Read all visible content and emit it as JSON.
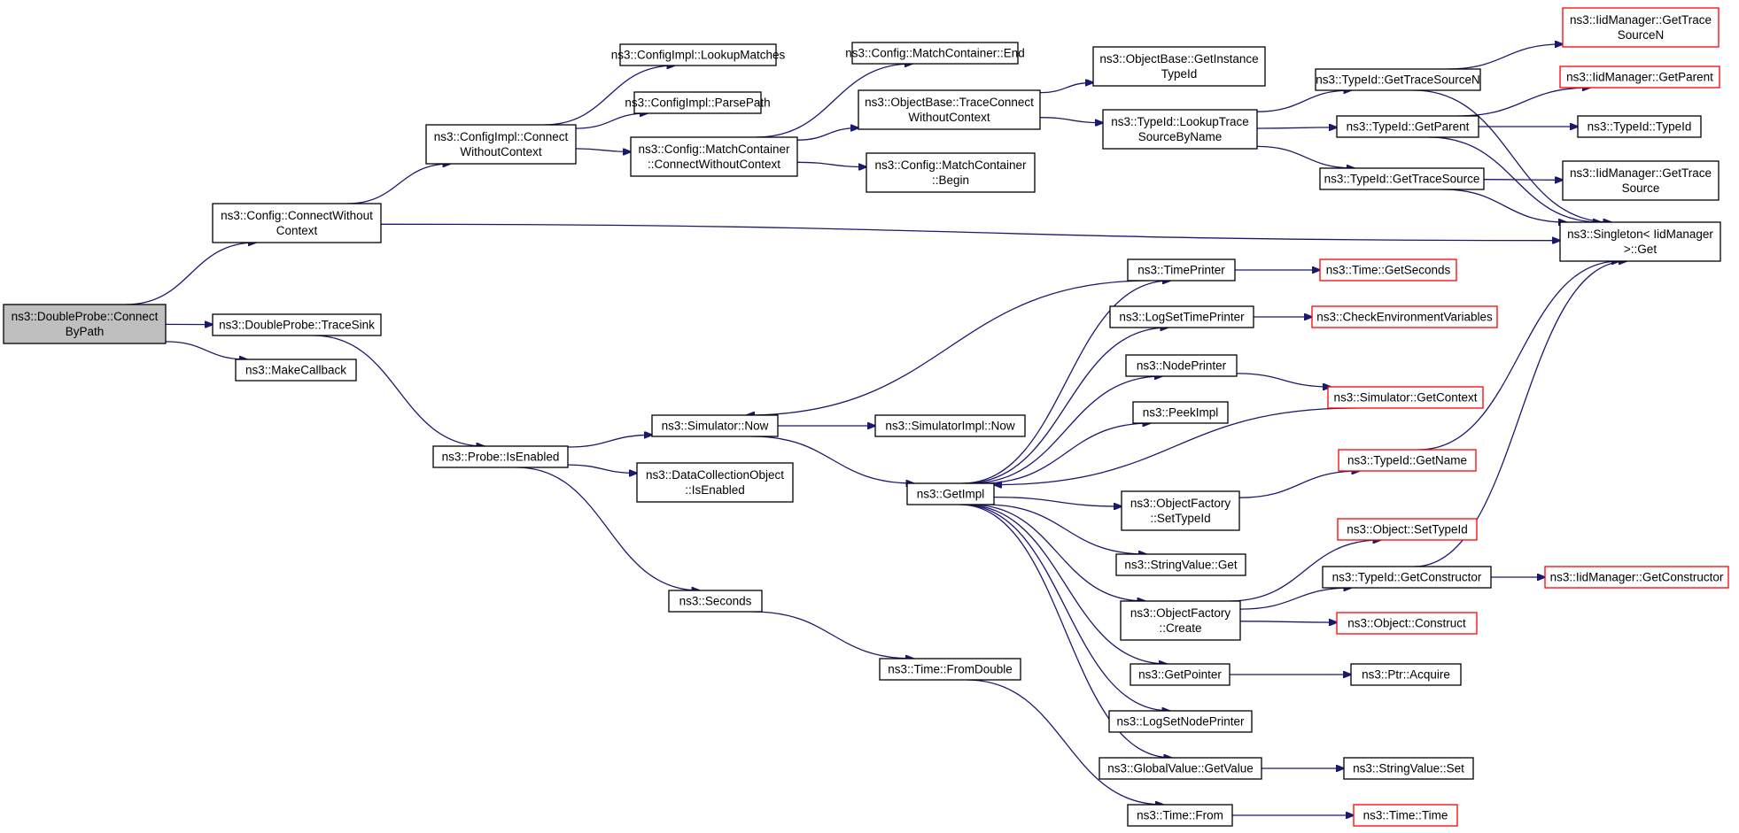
{
  "colors": {
    "edge": "#191970",
    "node_border": "#000000",
    "node_border_external": "#ff0000",
    "root_fill": "#bfbfbf",
    "node_fill": "#ffffff"
  },
  "nodes": [
    {
      "id": "root",
      "lines": [
        "ns3::DoubleProbe::Connect",
        "ByPath"
      ],
      "kind": "root"
    },
    {
      "id": "cfgConnectWithout",
      "lines": [
        "ns3::Config::ConnectWithout",
        "Context"
      ],
      "kind": "normal"
    },
    {
      "id": "dpTraceSink",
      "lines": [
        "ns3::DoubleProbe::TraceSink"
      ],
      "kind": "normal"
    },
    {
      "id": "makeCallback",
      "lines": [
        "ns3::MakeCallback"
      ],
      "kind": "normal"
    },
    {
      "id": "cfgImplConnect",
      "lines": [
        "ns3::ConfigImpl::Connect",
        "WithoutContext"
      ],
      "kind": "normal"
    },
    {
      "id": "cfgImplLookup",
      "lines": [
        "ns3::ConfigImpl::LookupMatches"
      ],
      "kind": "normal"
    },
    {
      "id": "cfgImplParse",
      "lines": [
        "ns3::ConfigImpl::ParsePath"
      ],
      "kind": "normal"
    },
    {
      "id": "mcConnect",
      "lines": [
        "ns3::Config::MatchContainer",
        "::ConnectWithoutContext"
      ],
      "kind": "normal"
    },
    {
      "id": "mcEnd",
      "lines": [
        "ns3::Config::MatchContainer::End"
      ],
      "kind": "normal"
    },
    {
      "id": "obTraceConnect",
      "lines": [
        "ns3::ObjectBase::TraceConnect",
        "WithoutContext"
      ],
      "kind": "normal"
    },
    {
      "id": "mcBegin",
      "lines": [
        "ns3::Config::MatchContainer",
        "::Begin"
      ],
      "kind": "normal"
    },
    {
      "id": "obGetInstance",
      "lines": [
        "ns3::ObjectBase::GetInstance",
        "TypeId"
      ],
      "kind": "normal"
    },
    {
      "id": "tidLookupTrace",
      "lines": [
        "ns3::TypeId::LookupTrace",
        "SourceByName"
      ],
      "kind": "normal"
    },
    {
      "id": "tidGetTraceSourceN",
      "lines": [
        "ns3::TypeId::GetTraceSourceN"
      ],
      "kind": "normal"
    },
    {
      "id": "tidGetParent",
      "lines": [
        "ns3::TypeId::GetParent"
      ],
      "kind": "normal"
    },
    {
      "id": "tidGetTraceSource",
      "lines": [
        "ns3::TypeId::GetTraceSource"
      ],
      "kind": "normal"
    },
    {
      "id": "iidGetTraceSourceN",
      "lines": [
        "ns3::IidManager::GetTrace",
        "SourceN"
      ],
      "kind": "external"
    },
    {
      "id": "iidGetParent",
      "lines": [
        "ns3::IidManager::GetParent"
      ],
      "kind": "external"
    },
    {
      "id": "tidTypeId",
      "lines": [
        "ns3::TypeId::TypeId"
      ],
      "kind": "normal"
    },
    {
      "id": "iidGetTraceSource",
      "lines": [
        "ns3::IidManager::GetTrace",
        "Source"
      ],
      "kind": "normal"
    },
    {
      "id": "singletonGet",
      "lines": [
        "ns3::Singleton< IidManager",
        " >::Get"
      ],
      "kind": "normal"
    },
    {
      "id": "probeIsEnabled",
      "lines": [
        "ns3::Probe::IsEnabled"
      ],
      "kind": "normal"
    },
    {
      "id": "simNow",
      "lines": [
        "ns3::Simulator::Now"
      ],
      "kind": "normal"
    },
    {
      "id": "dcoIsEnabled",
      "lines": [
        "ns3::DataCollectionObject",
        "::IsEnabled"
      ],
      "kind": "normal"
    },
    {
      "id": "seconds",
      "lines": [
        "ns3::Seconds"
      ],
      "kind": "normal"
    },
    {
      "id": "simImplNow",
      "lines": [
        "ns3::SimulatorImpl::Now"
      ],
      "kind": "normal"
    },
    {
      "id": "getImpl",
      "lines": [
        "ns3::GetImpl"
      ],
      "kind": "normal"
    },
    {
      "id": "timeFromDouble",
      "lines": [
        "ns3::Time::FromDouble"
      ],
      "kind": "normal"
    },
    {
      "id": "timePrinter",
      "lines": [
        "ns3::TimePrinter"
      ],
      "kind": "normal"
    },
    {
      "id": "logSetTimePrinter",
      "lines": [
        "ns3::LogSetTimePrinter"
      ],
      "kind": "normal"
    },
    {
      "id": "nodePrinter",
      "lines": [
        "ns3::NodePrinter"
      ],
      "kind": "normal"
    },
    {
      "id": "peekImpl",
      "lines": [
        "ns3::PeekImpl"
      ],
      "kind": "normal"
    },
    {
      "id": "ofSetTypeId",
      "lines": [
        "ns3::ObjectFactory",
        "::SetTypeId"
      ],
      "kind": "normal"
    },
    {
      "id": "stringValueGet",
      "lines": [
        "ns3::StringValue::Get"
      ],
      "kind": "normal"
    },
    {
      "id": "ofCreate",
      "lines": [
        "ns3::ObjectFactory",
        "::Create"
      ],
      "kind": "normal"
    },
    {
      "id": "getPointer",
      "lines": [
        "ns3::GetPointer"
      ],
      "kind": "normal"
    },
    {
      "id": "logSetNodePrinter",
      "lines": [
        "ns3::LogSetNodePrinter"
      ],
      "kind": "normal"
    },
    {
      "id": "gvGetValue",
      "lines": [
        "ns3::GlobalValue::GetValue"
      ],
      "kind": "normal"
    },
    {
      "id": "timeFrom",
      "lines": [
        "ns3::Time::From"
      ],
      "kind": "normal"
    },
    {
      "id": "timeGetSeconds",
      "lines": [
        "ns3::Time::GetSeconds"
      ],
      "kind": "external"
    },
    {
      "id": "checkEnv",
      "lines": [
        "ns3::CheckEnvironmentVariables"
      ],
      "kind": "external"
    },
    {
      "id": "simGetContext",
      "lines": [
        "ns3::Simulator::GetContext"
      ],
      "kind": "external"
    },
    {
      "id": "tidGetName",
      "lines": [
        "ns3::TypeId::GetName"
      ],
      "kind": "external"
    },
    {
      "id": "objSetTypeId",
      "lines": [
        "ns3::Object::SetTypeId"
      ],
      "kind": "external"
    },
    {
      "id": "tidGetConstructor",
      "lines": [
        "ns3::TypeId::GetConstructor"
      ],
      "kind": "normal"
    },
    {
      "id": "objConstruct",
      "lines": [
        "ns3::Object::Construct"
      ],
      "kind": "external"
    },
    {
      "id": "iidGetConstructor",
      "lines": [
        "ns3::IidManager::GetConstructor"
      ],
      "kind": "external"
    },
    {
      "id": "ptrAcquire",
      "lines": [
        "ns3::Ptr::Acquire"
      ],
      "kind": "normal"
    },
    {
      "id": "stringValueSet",
      "lines": [
        "ns3::StringValue::Set"
      ],
      "kind": "normal"
    },
    {
      "id": "timeTime",
      "lines": [
        "ns3::Time::Time"
      ],
      "kind": "external"
    }
  ],
  "edges": [
    [
      "root",
      "cfgConnectWithout"
    ],
    [
      "root",
      "dpTraceSink"
    ],
    [
      "root",
      "makeCallback"
    ],
    [
      "cfgConnectWithout",
      "cfgImplConnect"
    ],
    [
      "cfgConnectWithout",
      "singletonGet"
    ],
    [
      "cfgImplConnect",
      "cfgImplLookup"
    ],
    [
      "cfgImplConnect",
      "cfgImplParse"
    ],
    [
      "cfgImplConnect",
      "mcConnect"
    ],
    [
      "mcConnect",
      "mcEnd"
    ],
    [
      "mcConnect",
      "obTraceConnect"
    ],
    [
      "mcConnect",
      "mcBegin"
    ],
    [
      "obTraceConnect",
      "obGetInstance"
    ],
    [
      "obTraceConnect",
      "tidLookupTrace"
    ],
    [
      "tidLookupTrace",
      "tidGetTraceSourceN"
    ],
    [
      "tidLookupTrace",
      "tidGetParent"
    ],
    [
      "tidLookupTrace",
      "tidGetTraceSource"
    ],
    [
      "tidGetTraceSourceN",
      "iidGetTraceSourceN"
    ],
    [
      "tidGetTraceSourceN",
      "singletonGet"
    ],
    [
      "tidGetParent",
      "iidGetParent"
    ],
    [
      "tidGetParent",
      "tidTypeId"
    ],
    [
      "tidGetParent",
      "singletonGet"
    ],
    [
      "tidGetTraceSource",
      "iidGetTraceSource"
    ],
    [
      "tidGetTraceSource",
      "singletonGet"
    ],
    [
      "dpTraceSink",
      "probeIsEnabled"
    ],
    [
      "probeIsEnabled",
      "simNow"
    ],
    [
      "probeIsEnabled",
      "dcoIsEnabled"
    ],
    [
      "probeIsEnabled",
      "seconds"
    ],
    [
      "simNow",
      "simImplNow"
    ],
    [
      "simNow",
      "getImpl"
    ],
    [
      "seconds",
      "timeFromDouble"
    ],
    [
      "timeFromDouble",
      "timeFrom"
    ],
    [
      "getImpl",
      "timePrinter"
    ],
    [
      "getImpl",
      "logSetTimePrinter"
    ],
    [
      "getImpl",
      "nodePrinter"
    ],
    [
      "getImpl",
      "peekImpl"
    ],
    [
      "getImpl",
      "ofSetTypeId"
    ],
    [
      "getImpl",
      "stringValueGet"
    ],
    [
      "getImpl",
      "ofCreate"
    ],
    [
      "getImpl",
      "getPointer"
    ],
    [
      "getImpl",
      "logSetNodePrinter"
    ],
    [
      "getImpl",
      "gvGetValue"
    ],
    [
      "timePrinter",
      "simNow"
    ],
    [
      "timePrinter",
      "timeGetSeconds"
    ],
    [
      "logSetTimePrinter",
      "checkEnv"
    ],
    [
      "nodePrinter",
      "simGetContext"
    ],
    [
      "simGetContext",
      "getImpl"
    ],
    [
      "ofSetTypeId",
      "tidGetName"
    ],
    [
      "tidGetName",
      "singletonGet"
    ],
    [
      "ofCreate",
      "objSetTypeId"
    ],
    [
      "ofCreate",
      "tidGetConstructor"
    ],
    [
      "ofCreate",
      "objConstruct"
    ],
    [
      "tidGetConstructor",
      "iidGetConstructor"
    ],
    [
      "tidGetConstructor",
      "singletonGet"
    ],
    [
      "getPointer",
      "ptrAcquire"
    ],
    [
      "gvGetValue",
      "stringValueSet"
    ],
    [
      "timeFrom",
      "timeTime"
    ]
  ]
}
